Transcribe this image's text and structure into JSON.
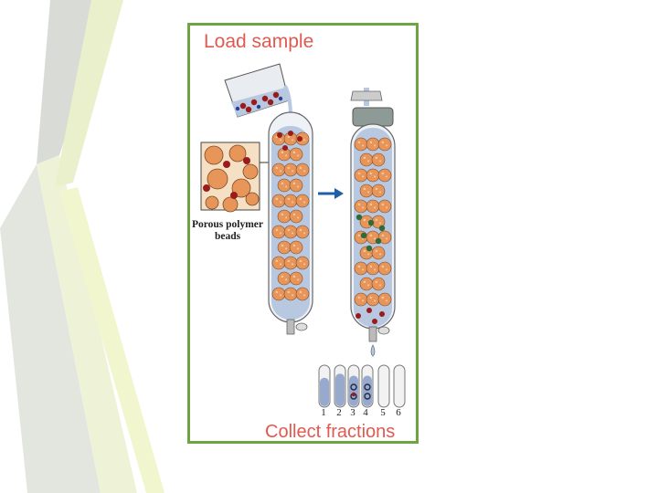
{
  "diagram": {
    "title_top": "Load sample",
    "title_bottom": "Collect fractions",
    "beads_label": "Porous polymer beads",
    "fraction_labels": [
      "1",
      "2",
      "3",
      "4",
      "5",
      "6"
    ]
  },
  "colors": {
    "frame_border": "#6fa444",
    "title_text": "#e05a50",
    "bead_fill": "#e8955a",
    "large_molecule": "#9b1b1b",
    "small_molecule": "#2e6b3a",
    "buffer": "#b8c8e0",
    "arrow": "#1f5fa8"
  }
}
